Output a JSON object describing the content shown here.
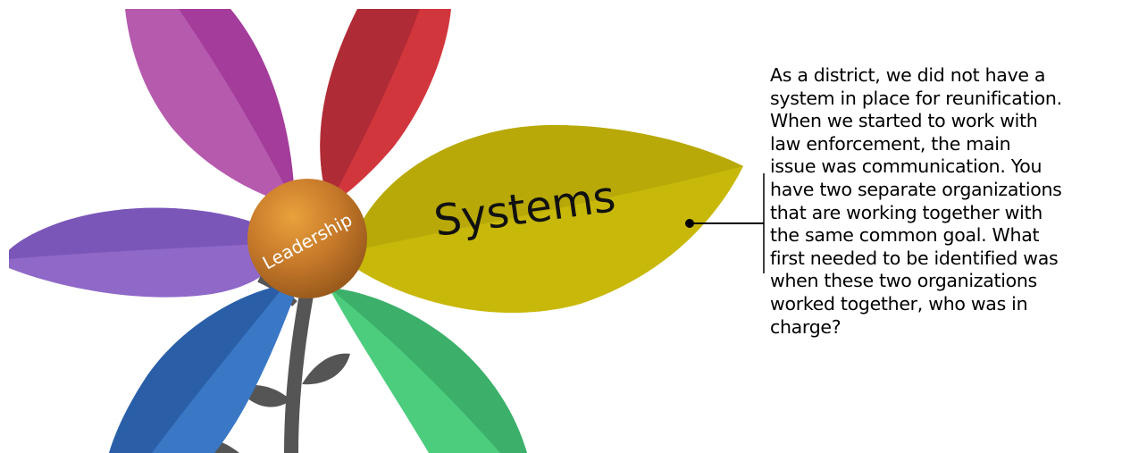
{
  "flower": {
    "center_label": "Leadership",
    "petals": [
      {
        "name": "magenta-petal",
        "color_light": "#B65AAE",
        "color_dark": "#A33C9A"
      },
      {
        "name": "red-petal",
        "color_light": "#D2363D",
        "color_dark": "#AF2B35"
      },
      {
        "name": "systems-petal",
        "label": "Systems",
        "color_light": "#C8B80A",
        "color_dark": "#B8A908"
      },
      {
        "name": "purple-petal",
        "color_light": "#8F68C8",
        "color_dark": "#7A56B8"
      },
      {
        "name": "blue-petal",
        "color_light": "#3A78C6",
        "color_dark": "#2A5FA8"
      },
      {
        "name": "green-petal",
        "color_light": "#4CCD7E",
        "color_dark": "#3CB06A"
      }
    ],
    "center_color": "#C77A2A",
    "stem_color": "#555555"
  },
  "callout": {
    "text": "As a district, we did not have a\nsystem in place for reunification.\nWhen we started to work with\nlaw enforcement, the main\nissue was communication.  You\nhave two separate organizations\nthat are working together with\nthe same common goal.  What\nfirst needed to be identified was\nwhen these two organizations\nworked together, who was in\ncharge?"
  }
}
